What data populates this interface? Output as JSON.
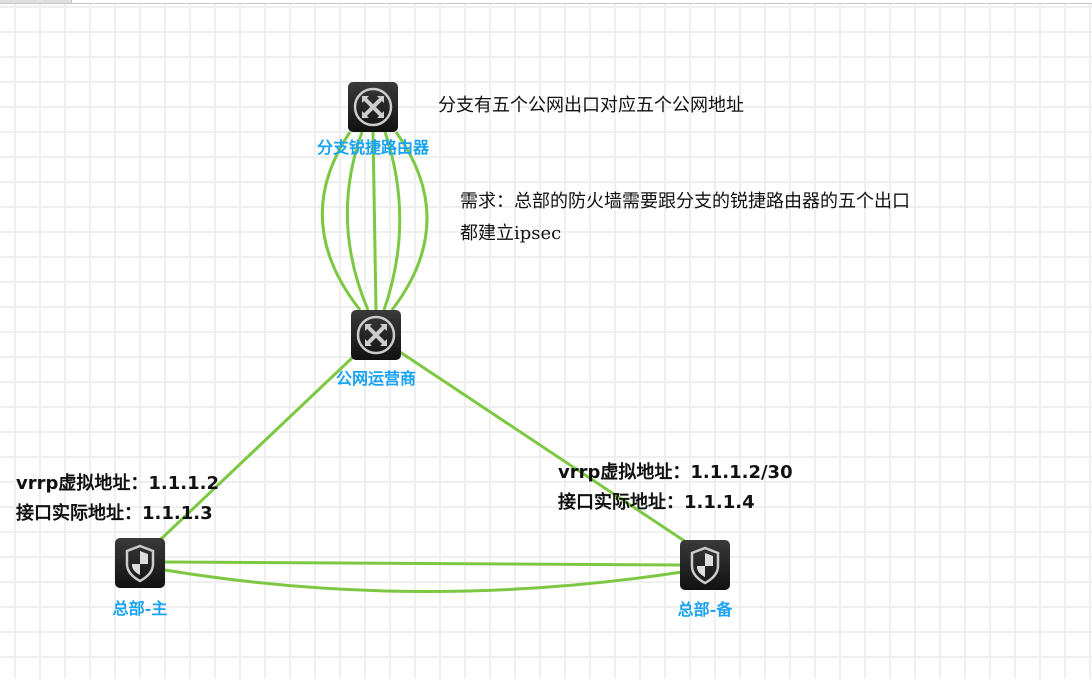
{
  "devices": {
    "branch_router": {
      "label": "分支锐捷路由器",
      "type": "router"
    },
    "isp": {
      "label": "公网运营商",
      "type": "router"
    },
    "hq_main": {
      "label": "总部-主",
      "type": "firewall"
    },
    "hq_backup": {
      "label": "总部-备",
      "type": "firewall"
    }
  },
  "notes": {
    "branch": "分支有五个公网出口对应五个公网地址",
    "req_line1": "需求：总部的防火墙需要跟分支的锐捷路由器的五个出口",
    "req_line2": "都建立ipsec",
    "main_vrrp": "vrrp虚拟地址：1.1.1.2",
    "main_iface": "接口实际地址：1.1.1.3",
    "backup_vrrp": "vrrp虚拟地址：1.1.1.2/30",
    "backup_iface": "接口实际地址：1.1.1.4"
  },
  "colors": {
    "link": "#7dc843",
    "label": "#1aa3f0"
  }
}
